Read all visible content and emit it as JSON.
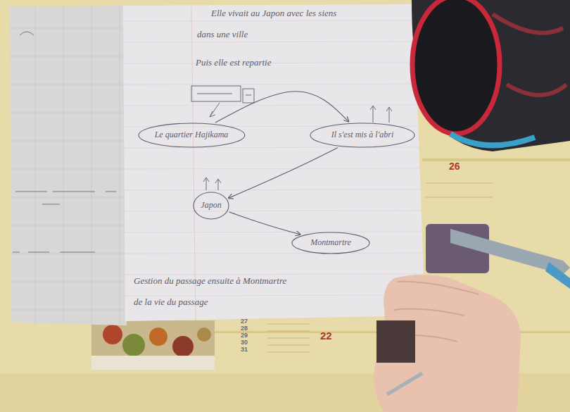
{
  "diagram": {
    "nodes": [
      {
        "text": [
          "Le quartier Hajikama"
        ]
      },
      {
        "text": [
          "Il s'est mis à l'abri"
        ]
      },
      {
        "text": [
          "Japon"
        ]
      },
      {
        "text": [
          "Montmartre"
        ]
      }
    ],
    "edges": [
      {
        "from": 0,
        "to": 1,
        "arrow": "to"
      },
      {
        "from": 1,
        "to": 2,
        "arrow": "to"
      },
      {
        "from": 2,
        "to": 3,
        "arrow": "to"
      }
    ],
    "labels": [
      "Elle vivait au Japon avec les siens",
      "dans une ville",
      "Puis elle est repartie",
      "Gestion du passage ensuite à Montmartre",
      "de la vie du passage",
      "26",
      "22",
      "27",
      "28",
      "29",
      "30",
      "31"
    ]
  }
}
